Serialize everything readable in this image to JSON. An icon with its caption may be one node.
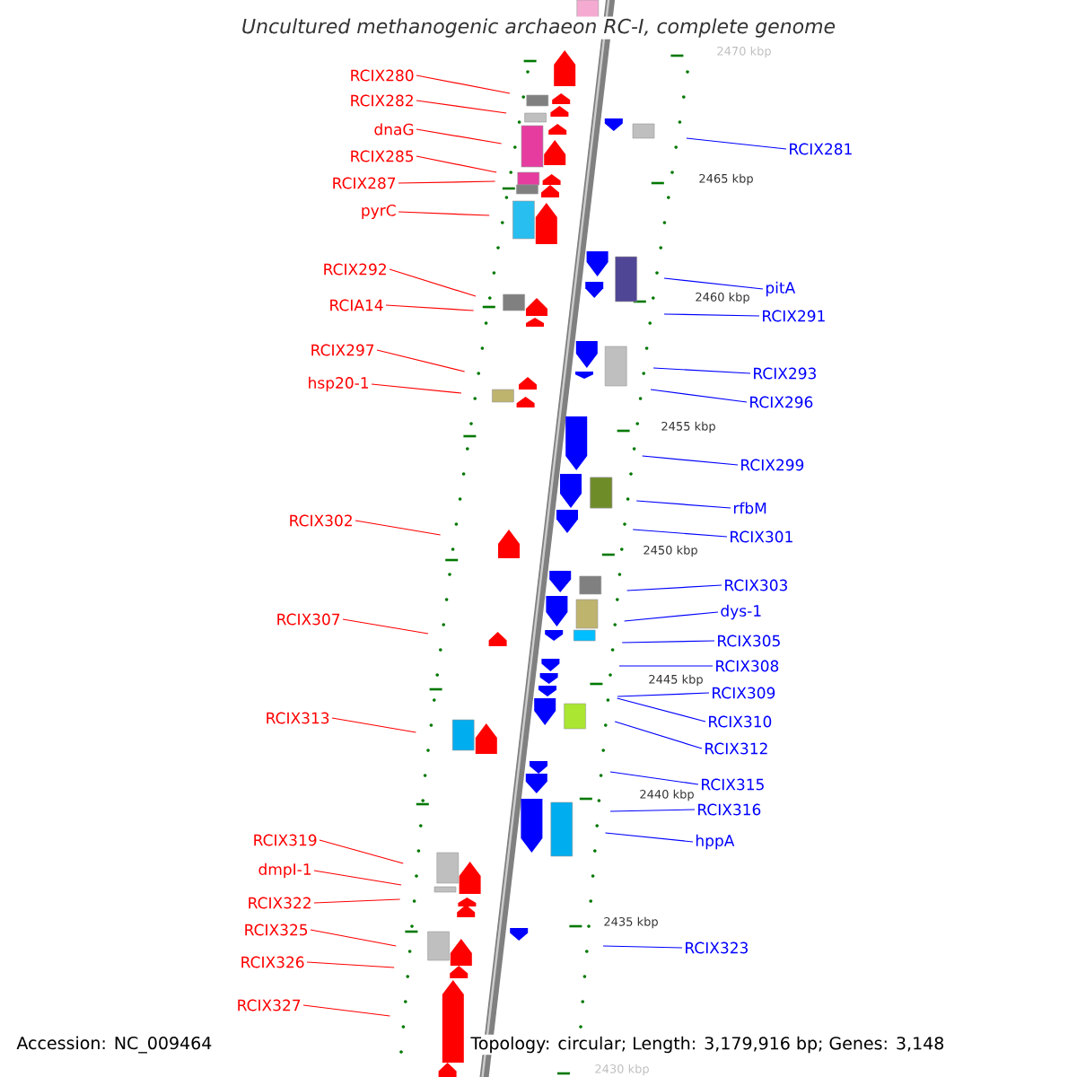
{
  "diagram": {
    "title": "Uncultured methanogenic archaeon RC-I, complete genome",
    "nodes": [
      {
        "text": [
          "RCIX280"
        ]
      },
      {
        "text": [
          "RCIX282"
        ]
      },
      {
        "text": [
          "dnaG"
        ]
      },
      {
        "text": [
          "RCIX285"
        ]
      },
      {
        "text": [
          "RCIX287"
        ]
      },
      {
        "text": [
          "pyrC"
        ]
      },
      {
        "text": [
          "RCIX292"
        ]
      },
      {
        "text": [
          "RCIA14"
        ]
      },
      {
        "text": [
          "RCIX297"
        ]
      },
      {
        "text": [
          "hsp20-1"
        ]
      },
      {
        "text": [
          "RCIX302"
        ]
      },
      {
        "text": [
          "RCIX307"
        ]
      },
      {
        "text": [
          "RCIX313"
        ]
      },
      {
        "text": [
          "RCIX319"
        ]
      },
      {
        "text": [
          "dmpI-1"
        ]
      },
      {
        "text": [
          "RCIX322"
        ]
      },
      {
        "text": [
          "RCIX325"
        ]
      },
      {
        "text": [
          "RCIX326"
        ]
      },
      {
        "text": [
          "RCIX327"
        ]
      },
      {
        "text": [
          "RCIX281"
        ]
      },
      {
        "text": [
          "pitA"
        ]
      },
      {
        "text": [
          "RCIX291"
        ]
      },
      {
        "text": [
          "RCIX293"
        ]
      },
      {
        "text": [
          "RCIX296"
        ]
      },
      {
        "text": [
          "RCIX299"
        ]
      },
      {
        "text": [
          "rfbM"
        ]
      },
      {
        "text": [
          "RCIX301"
        ]
      },
      {
        "text": [
          "RCIX303"
        ]
      },
      {
        "text": [
          "dys-1"
        ]
      },
      {
        "text": [
          "RCIX305"
        ]
      },
      {
        "text": [
          "RCIX308"
        ]
      },
      {
        "text": [
          "RCIX309"
        ]
      },
      {
        "text": [
          "RCIX310"
        ]
      },
      {
        "text": [
          "RCIX312"
        ]
      },
      {
        "text": [
          "RCIX315"
        ]
      },
      {
        "text": [
          "RCIX316"
        ]
      },
      {
        "text": [
          "hppA"
        ]
      },
      {
        "text": [
          "RCIX323"
        ]
      }
    ],
    "edges": [
      {
        "from": 0,
        "to": null,
        "arrow": "none",
        "color": "#ff0000"
      },
      {
        "from": 1,
        "to": null,
        "arrow": "none",
        "color": "#ff0000"
      },
      {
        "from": 2,
        "to": null,
        "arrow": "none",
        "color": "#ff0000"
      },
      {
        "from": 3,
        "to": null,
        "arrow": "none",
        "color": "#ff0000"
      },
      {
        "from": 4,
        "to": null,
        "arrow": "none",
        "color": "#ff0000"
      },
      {
        "from": 5,
        "to": null,
        "arrow": "none",
        "color": "#ff0000"
      },
      {
        "from": 6,
        "to": null,
        "arrow": "none",
        "color": "#ff0000"
      },
      {
        "from": 7,
        "to": null,
        "arrow": "none",
        "color": "#ff0000"
      },
      {
        "from": 8,
        "to": null,
        "arrow": "none",
        "color": "#ff0000"
      },
      {
        "from": 9,
        "to": null,
        "arrow": "none",
        "color": "#ff0000"
      },
      {
        "from": 10,
        "to": null,
        "arrow": "none",
        "color": "#ff0000"
      },
      {
        "from": 11,
        "to": null,
        "arrow": "none",
        "color": "#ff0000"
      },
      {
        "from": 12,
        "to": null,
        "arrow": "none",
        "color": "#ff0000"
      },
      {
        "from": 13,
        "to": null,
        "arrow": "none",
        "color": "#ff0000"
      },
      {
        "from": 14,
        "to": null,
        "arrow": "none",
        "color": "#ff0000"
      },
      {
        "from": 15,
        "to": null,
        "arrow": "none",
        "color": "#ff0000"
      },
      {
        "from": 16,
        "to": null,
        "arrow": "none",
        "color": "#ff0000"
      },
      {
        "from": 17,
        "to": null,
        "arrow": "none",
        "color": "#ff0000"
      },
      {
        "from": 18,
        "to": null,
        "arrow": "none",
        "color": "#ff0000"
      },
      {
        "from": 19,
        "to": null,
        "arrow": "none",
        "color": "#0000ff"
      },
      {
        "from": 20,
        "to": null,
        "arrow": "none",
        "color": "#0000ff"
      },
      {
        "from": 21,
        "to": null,
        "arrow": "none",
        "color": "#0000ff"
      },
      {
        "from": 22,
        "to": null,
        "arrow": "none",
        "color": "#0000ff"
      },
      {
        "from": 23,
        "to": null,
        "arrow": "none",
        "color": "#0000ff"
      },
      {
        "from": 24,
        "to": null,
        "arrow": "none",
        "color": "#0000ff"
      },
      {
        "from": 25,
        "to": null,
        "arrow": "none",
        "color": "#0000ff"
      },
      {
        "from": 26,
        "to": null,
        "arrow": "none",
        "color": "#0000ff"
      },
      {
        "from": 27,
        "to": null,
        "arrow": "none",
        "color": "#0000ff"
      },
      {
        "from": 28,
        "to": null,
        "arrow": "none",
        "color": "#0000ff"
      },
      {
        "from": 29,
        "to": null,
        "arrow": "none",
        "color": "#0000ff"
      },
      {
        "from": 30,
        "to": null,
        "arrow": "none",
        "color": "#0000ff"
      },
      {
        "from": 31,
        "to": null,
        "arrow": "none",
        "color": "#0000ff"
      },
      {
        "from": 32,
        "to": null,
        "arrow": "none",
        "color": "#0000ff"
      },
      {
        "from": 33,
        "to": null,
        "arrow": "none",
        "color": "#0000ff"
      },
      {
        "from": 34,
        "to": null,
        "arrow": "none",
        "color": "#0000ff"
      },
      {
        "from": 35,
        "to": null,
        "arrow": "none",
        "color": "#0000ff"
      },
      {
        "from": 36,
        "to": null,
        "arrow": "none",
        "color": "#0000ff"
      },
      {
        "from": 37,
        "to": null,
        "arrow": "none",
        "color": "#0000ff"
      }
    ],
    "labels": [
      "2470 kbp",
      "2465 kbp",
      "2460 kbp",
      "2455 kbp",
      "2450 kbp",
      "2445 kbp",
      "2440 kbp",
      "2435 kbp",
      "2430 kbp",
      "Accession: NC_009464",
      "Topology: circular; Length: 3,179,916 bp; Genes: 3,148"
    ]
  }
}
